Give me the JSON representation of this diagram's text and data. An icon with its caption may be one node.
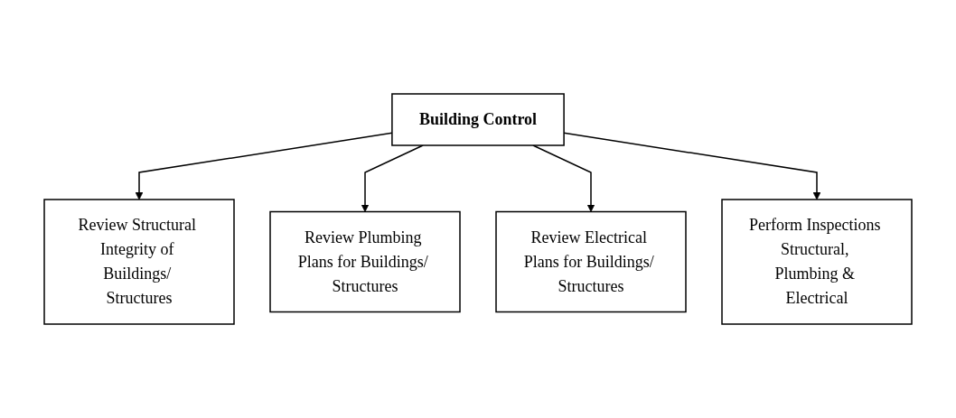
{
  "diagram": {
    "nodes": [
      {
        "text": [
          "Building Control"
        ]
      },
      {
        "text": [
          "Review Structural Integrity of Buildings/ Structures"
        ]
      },
      {
        "text": [
          "Review Plumbing Plans for Buildings/ Structures"
        ]
      },
      {
        "text": [
          "Review Electrical Plans for Buildings/ Structures"
        ]
      },
      {
        "text": [
          "Perform Inspections Structural, Plumbing & Electrical"
        ]
      }
    ],
    "edges": [
      {
        "from": 0,
        "to": 1,
        "arrow": "to"
      },
      {
        "from": 0,
        "to": 2,
        "arrow": "to"
      },
      {
        "from": 0,
        "to": 3,
        "arrow": "to"
      },
      {
        "from": 0,
        "to": 4,
        "arrow": "to"
      }
    ]
  }
}
